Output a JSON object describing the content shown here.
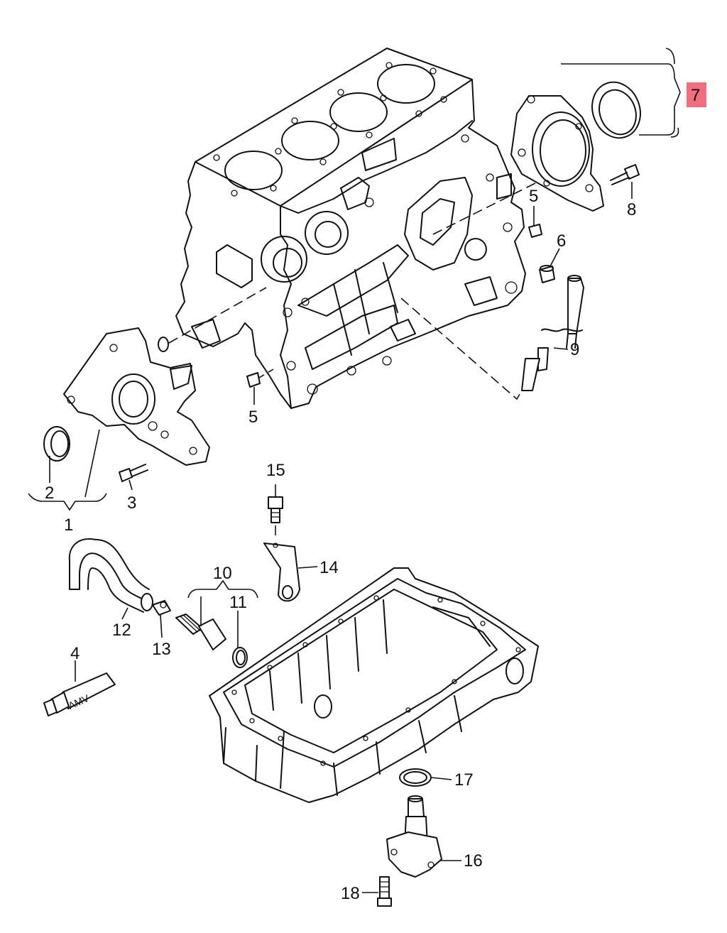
{
  "diagram": {
    "highlight_color": "#f26d7d",
    "tube_label": "AMV",
    "callouts": [
      {
        "id": "c1",
        "label": "1"
      },
      {
        "id": "c2",
        "label": "2"
      },
      {
        "id": "c3",
        "label": "3"
      },
      {
        "id": "c4",
        "label": "4"
      },
      {
        "id": "c5a",
        "label": "5"
      },
      {
        "id": "c5b",
        "label": "5"
      },
      {
        "id": "c6",
        "label": "6"
      },
      {
        "id": "c7",
        "label": "7",
        "highlighted": true
      },
      {
        "id": "c8",
        "label": "8"
      },
      {
        "id": "c9",
        "label": "9"
      },
      {
        "id": "c10",
        "label": "10"
      },
      {
        "id": "c11",
        "label": "11"
      },
      {
        "id": "c12",
        "label": "12"
      },
      {
        "id": "c13",
        "label": "13"
      },
      {
        "id": "c14",
        "label": "14"
      },
      {
        "id": "c15",
        "label": "15"
      },
      {
        "id": "c16",
        "label": "16"
      },
      {
        "id": "c17",
        "label": "17"
      },
      {
        "id": "c18",
        "label": "18"
      }
    ]
  }
}
